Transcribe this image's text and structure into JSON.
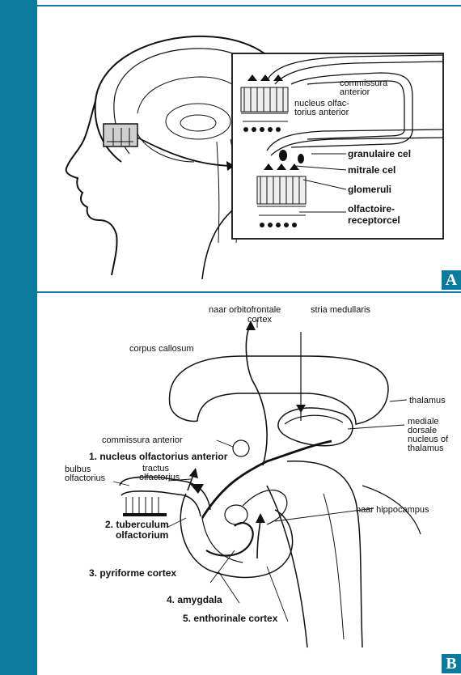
{
  "panels": {
    "a": {
      "letter": "A",
      "labels": {
        "commissura_1": "commissura",
        "commissura_2": "anterior",
        "nucleus_1": "nucleus olfac-",
        "nucleus_2": "torius anterior",
        "granulaire": "granulaire cel",
        "mitrale": "mitrale cel",
        "glomeruli": "glomeruli",
        "receptor_1": "olfactoire-",
        "receptor_2": "receptorcel"
      }
    },
    "b": {
      "letter": "B",
      "labels": {
        "orbito_1": "naar orbitofrontale",
        "orbito_2": "cortex",
        "stria": "stria medullaris",
        "corpus": "corpus callosum",
        "thalamus": "thalamus",
        "commissura": "commissura anterior",
        "mediale_1": "mediale",
        "mediale_2": "dorsale",
        "mediale_3": "nucleus of",
        "mediale_4": "thalamus",
        "nucleus": "1. nucleus olfactorius anterior",
        "bulbus_1": "bulbus",
        "bulbus_2": "olfactorius",
        "tractus_1": "tractus",
        "tractus_2": "olfactorius",
        "tuberculum_1": "2. tuberculum",
        "tuberculum_2": "olfactorium",
        "hippocampus": "naar hippocampus",
        "pyriforme": "3. pyriforme cortex",
        "amygdala": "4. amygdala",
        "enthorinale": "5. enthorinale cortex"
      }
    }
  }
}
